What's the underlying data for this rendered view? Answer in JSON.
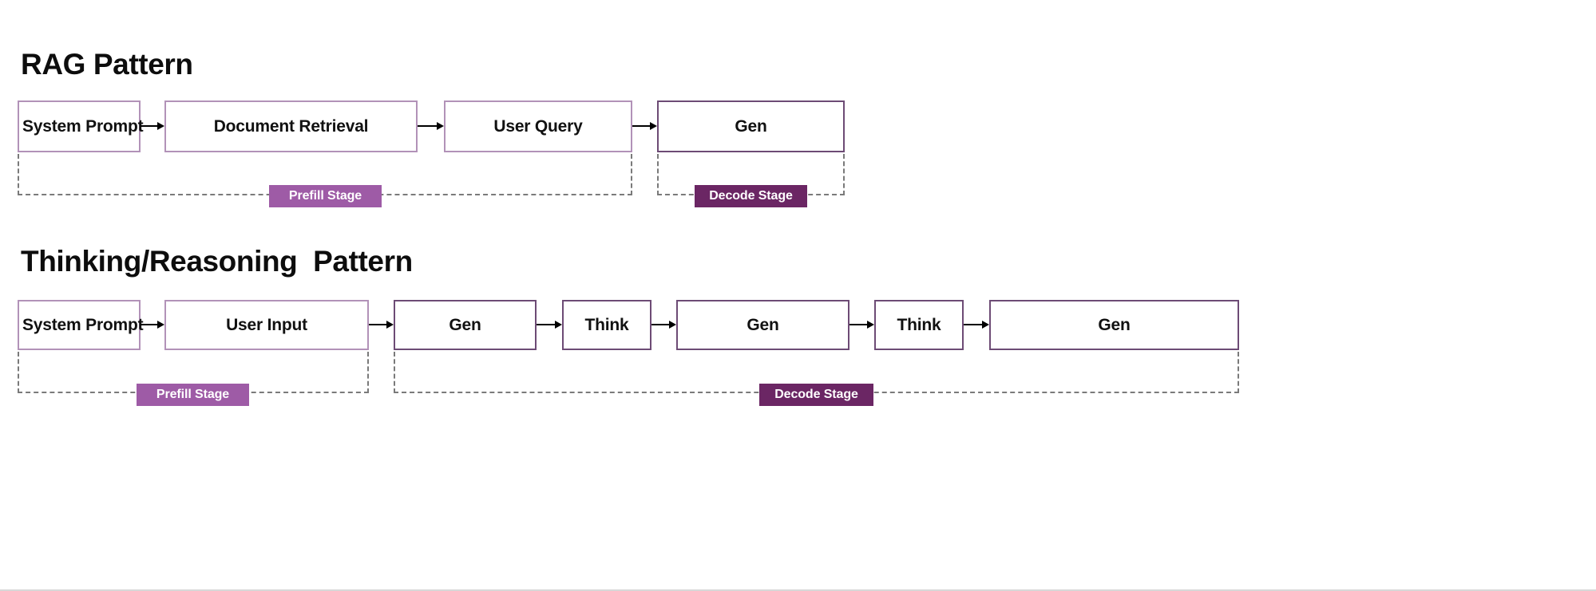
{
  "page": {
    "background_color": "#ffffff",
    "box_border_color": "#b292b8",
    "box_border_color_dark": "#6d4b75",
    "prefill_badge_color": "#9e5ba6",
    "decode_badge_color": "#6b2664",
    "bracket_line_color": "#7a7a7a",
    "arrow_color": "#000000",
    "title_color": "#0d0d0d"
  },
  "sections": [
    {
      "id": "rag",
      "title": "RAG Pattern",
      "boxes": [
        {
          "label": "System Prompt",
          "style": "light"
        },
        {
          "label": "Document Retrieval",
          "style": "light"
        },
        {
          "label": "User Query",
          "style": "light"
        },
        {
          "label": "Gen",
          "style": "dark"
        }
      ],
      "arrows": [
        {
          "from": "System Prompt",
          "to": "Document Retrieval"
        },
        {
          "from": "Document Retrieval",
          "to": "User Query"
        },
        {
          "from": "User Query",
          "to": "Gen"
        }
      ],
      "stages": [
        {
          "label": "Prefill Stage",
          "kind": "prefill",
          "covers": [
            "System Prompt",
            "Document Retrieval",
            "User Query"
          ]
        },
        {
          "label": "Decode Stage",
          "kind": "decode",
          "covers": [
            "Gen"
          ]
        }
      ]
    },
    {
      "id": "thinking",
      "title": "Thinking/Reasoning  Pattern",
      "boxes": [
        {
          "label": "System Prompt",
          "style": "light"
        },
        {
          "label": "User Input",
          "style": "light"
        },
        {
          "label": "Gen",
          "style": "dark"
        },
        {
          "label": "Think",
          "style": "dark"
        },
        {
          "label": "Gen",
          "style": "dark"
        },
        {
          "label": "Think",
          "style": "dark"
        },
        {
          "label": "Gen",
          "style": "dark"
        }
      ],
      "arrows": [
        {
          "from": "System Prompt",
          "to": "User Input"
        },
        {
          "from": "User Input",
          "to": "Gen"
        },
        {
          "from": "Gen",
          "to": "Think"
        },
        {
          "from": "Think",
          "to": "Gen"
        },
        {
          "from": "Gen",
          "to": "Think"
        },
        {
          "from": "Think",
          "to": "Gen"
        }
      ],
      "stages": [
        {
          "label": "Prefill Stage",
          "kind": "prefill",
          "covers": [
            "System Prompt",
            "User Input"
          ]
        },
        {
          "label": "Decode Stage",
          "kind": "decode",
          "covers": [
            "Gen",
            "Think",
            "Gen",
            "Think",
            "Gen"
          ]
        }
      ]
    }
  ]
}
